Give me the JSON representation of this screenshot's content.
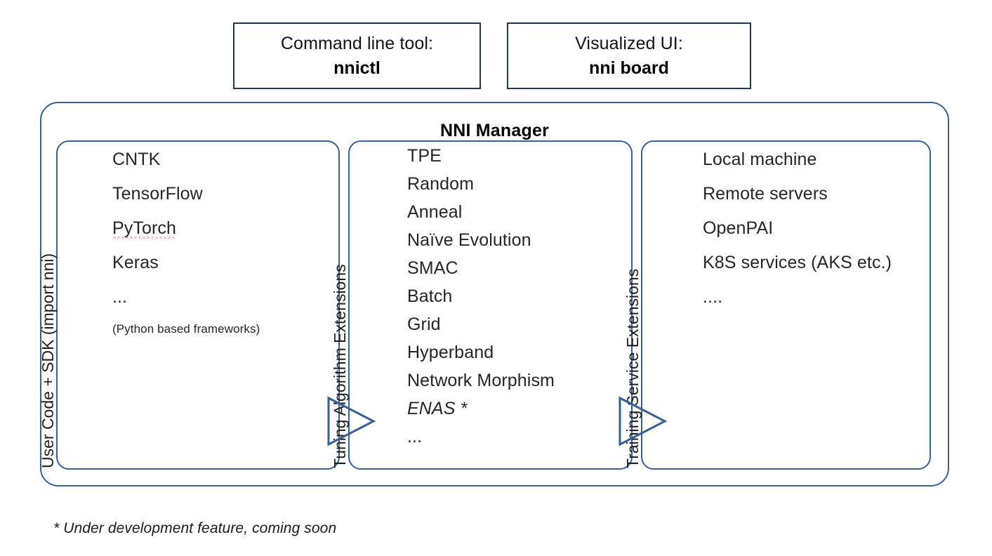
{
  "top_boxes": [
    {
      "caption": "Command line tool:",
      "value": "nnictl",
      "name": "command-line-tool"
    },
    {
      "caption": "Visualized UI:",
      "value": "nni board",
      "name": "visualized-ui"
    }
  ],
  "manager": {
    "title": "NNI Manager"
  },
  "panels": {
    "user_code": {
      "vertical_label": "User Code + SDK (import nni)",
      "items": [
        "CNTK",
        "TensorFlow",
        "PyTorch",
        "Keras",
        "...",
        "(Python based frameworks)"
      ]
    },
    "tuning": {
      "vertical_label": "Tuning Algorithm Extensions",
      "items": [
        "TPE",
        "Random",
        "Anneal",
        "Naïve Evolution",
        "SMAC",
        "Batch",
        "Grid",
        "Hyperband",
        "Network Morphism",
        "ENAS *",
        "..."
      ]
    },
    "training": {
      "vertical_label": "Training Service Extensions",
      "items": [
        "Local machine",
        "Remote servers",
        "OpenPAI",
        "K8S services (AKS etc.)",
        "...."
      ]
    }
  },
  "arrows": [
    {
      "name": "flow-arrow-user-code-to-tuning"
    },
    {
      "name": "flow-arrow-tuning-to-training"
    }
  ],
  "footnote": "* Under development feature, coming soon",
  "colors": {
    "panel_border": "#3a5f93",
    "top_box_border": "#27374d",
    "arrow_stroke": "#3a5f93",
    "text": "#262626",
    "spellcheck_underline": "#e03a3a"
  }
}
